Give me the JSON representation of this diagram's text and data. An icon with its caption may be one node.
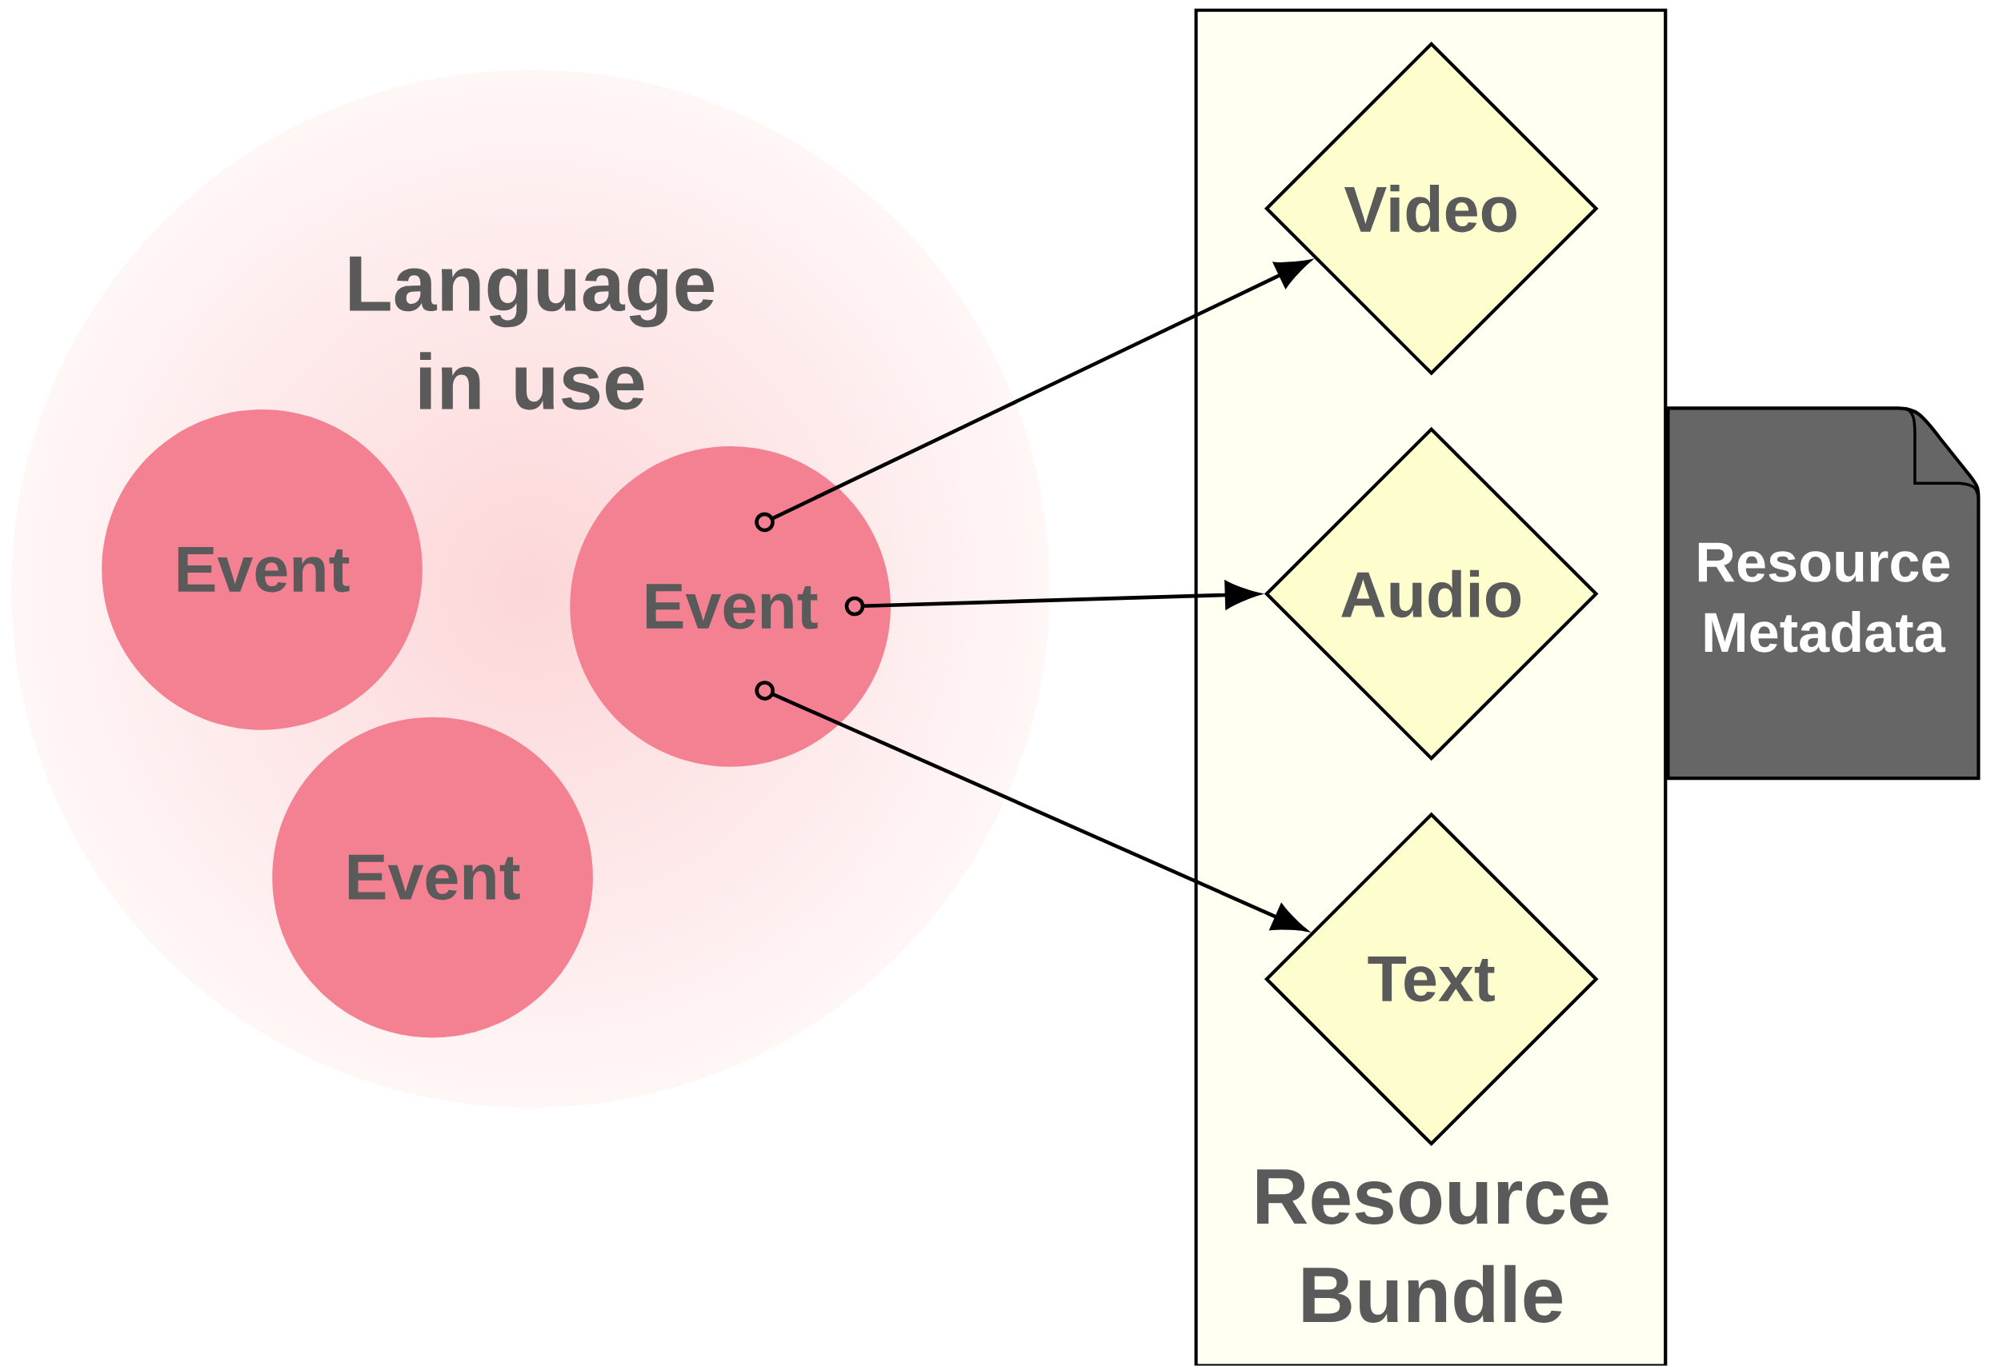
{
  "diagram": {
    "nodes": [
      {
        "text": [
          "Language in use"
        ]
      },
      {
        "text": [
          "Event"
        ],
        "in": 0
      },
      {
        "text": [
          "Event"
        ],
        "in": 0
      },
      {
        "text": [
          "Event"
        ],
        "in": 0
      },
      {
        "text": [
          "Resource Bundle"
        ]
      },
      {
        "text": [
          "Video"
        ],
        "in": 4
      },
      {
        "text": [
          "Audio"
        ],
        "in": 4
      },
      {
        "text": [
          "Text"
        ],
        "in": 4
      },
      {
        "text": [
          "Resource Metadata"
        ]
      }
    ],
    "edges": [
      {
        "from": 3,
        "to": 5,
        "arrow": "to"
      },
      {
        "from": 3,
        "to": 6,
        "arrow": "to"
      },
      {
        "from": 3,
        "to": 7,
        "arrow": "to"
      }
    ]
  }
}
